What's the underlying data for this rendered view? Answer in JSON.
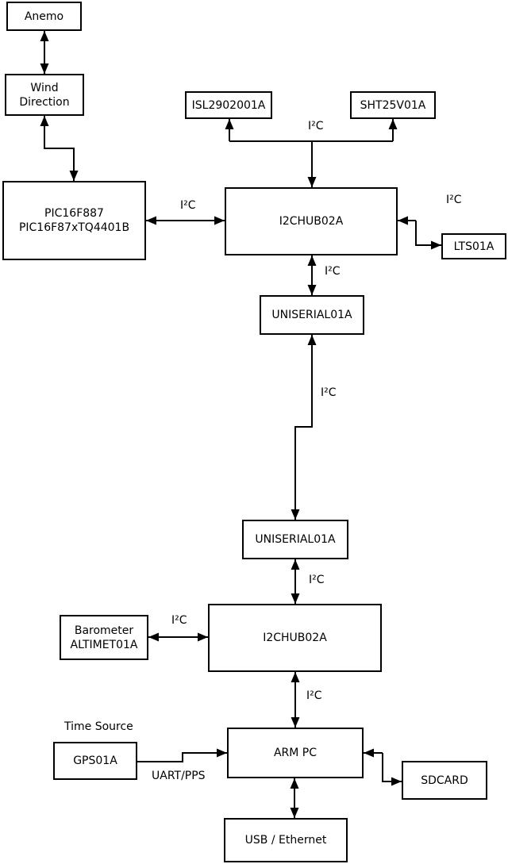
{
  "diagram": {
    "background": "#ffffff",
    "line_color": "#000000",
    "nodes": {
      "anemo": {
        "label": "Anemo"
      },
      "wind_direction": {
        "line1": "Wind",
        "line2": "Direction"
      },
      "pic": {
        "line1": "PIC16F887",
        "line2": "PIC16F87xTQ4401B"
      },
      "isl": {
        "label": "ISL2902001A"
      },
      "sht": {
        "label": "SHT25V01A"
      },
      "i2chub_top": {
        "label": "I2CHUB02A"
      },
      "lts": {
        "label": "LTS01A"
      },
      "uniserial_top": {
        "label": "UNISERIAL01A"
      },
      "uniserial_bottom": {
        "label": "UNISERIAL01A"
      },
      "i2chub_bottom": {
        "label": "I2CHUB02A"
      },
      "barometer": {
        "line1": "Barometer",
        "line2": "ALTIMET01A"
      },
      "gps": {
        "label": "GPS01A"
      },
      "arm_pc": {
        "label": "ARM PC"
      },
      "sdcard": {
        "label": "SDCARD"
      },
      "usb_ethernet": {
        "label": "USB / Ethernet"
      }
    },
    "edge_labels": {
      "i2c_sensor_branch": "I²C",
      "i2c_pic_hub": "I²C",
      "i2c_hub_lts": "I²C",
      "i2c_hub_uniserial": "I²C",
      "i2c_uniserial_link": "I²C",
      "i2c_uniserial_hub2": "I²C",
      "i2c_barometer_hub2": "I²C",
      "i2c_hub2_armpc": "I²C",
      "time_source": "Time Source",
      "uart_pps": "UART/PPS"
    }
  }
}
